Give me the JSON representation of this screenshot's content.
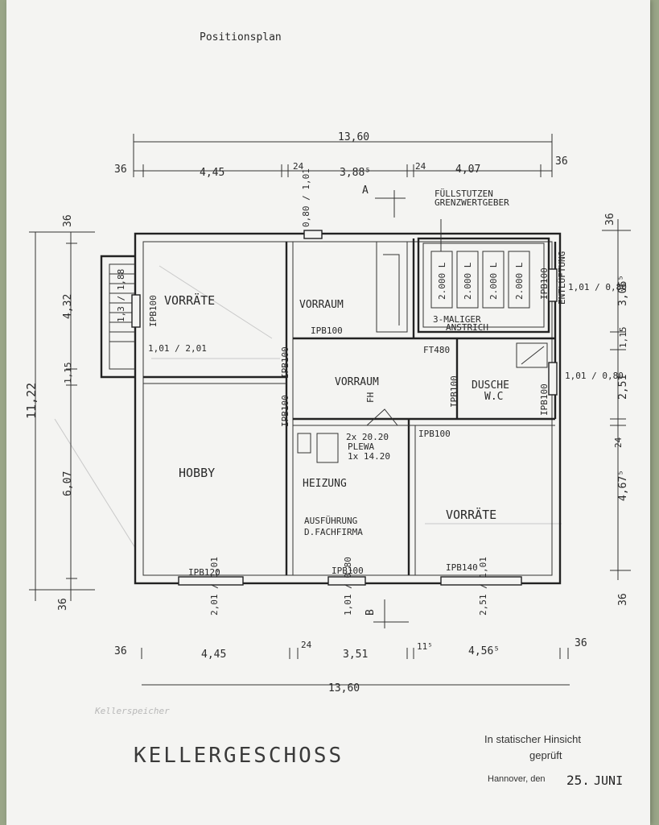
{
  "header": {
    "title": "Positionsplan"
  },
  "dimensions_top": {
    "total": "13,60",
    "segments": [
      "36",
      "4,45",
      "24",
      "3,88⁵",
      "24",
      "4,07",
      "36"
    ]
  },
  "dimensions_bottom": {
    "total": "13,60",
    "segments": [
      "36",
      "4,45",
      "24",
      "3,51",
      "11⁵",
      "4,56⁵",
      "36"
    ]
  },
  "dimensions_left": {
    "total": "11,22",
    "segments": [
      "36",
      "4,32",
      "1,15",
      "6,07",
      "36"
    ]
  },
  "dimensions_right": {
    "segments": [
      "36",
      "3,06⁵",
      "1,15",
      "2,51",
      "24",
      "4,67⁵",
      "36"
    ]
  },
  "rooms": {
    "vorraete_top": "VORRÄTE",
    "vorraum_top": "VORRAUM",
    "vorraum_center": "VORRAUM",
    "dusche": "DUSCHE",
    "wc": "W.C",
    "hobby": "HOBBY",
    "heizung": "HEIZUNG",
    "ausfuehrung_1": "AUSFÜHRUNG",
    "ausfuehrung_2": "D.FACHFIRMA",
    "vorraete_bottom": "VORRÄTE"
  },
  "labels": {
    "ipb100_a": "IPB100",
    "ipb100_b": "IPB100",
    "ipb100_c": "IPB100",
    "ipb100_d": "IPB100",
    "ipb100_e": "IPB100",
    "ipb100_f": "IPB100",
    "ipb100_g": "IPB100",
    "ipb100_h": "IPB100",
    "ipb100_i": "IPB100",
    "ipb120": "IPB120",
    "ipb140": "IPB140",
    "fuellstutzen": "FÜLLSTUTZEN",
    "grenzwert": "GRENZWERTGEBER",
    "tank": "2.000 L",
    "anstrich_1": "3-MALIGER",
    "anstrich_2": "ANSTRICH",
    "entlueftung": "ENTLÜFTUNG",
    "fh": "FH",
    "ft": "FT480",
    "plewa_1": "2x 20.20",
    "plewa_2": "PLEWA",
    "plewa_3": "1x 14.20",
    "w_101_201": "1,01 / 2,01",
    "w_101_080": "1,01 / 0,80",
    "w_101_080b": "1,01 / 0,80",
    "w_080_101": "0,80 / 1,01",
    "w_201_101": "2,01 / 1,01",
    "w_101_080c": "1,01 / 0,80",
    "w_251_101": "2,51 / 1,01",
    "stair": "1,3 / 1,88",
    "a_marker": "A",
    "b_marker": "B",
    "pen_note": "Kellerspeicher"
  },
  "footer": {
    "title": "KELLERGESCHOSS",
    "stamp_1": "In statischer Hinsicht",
    "stamp_2": "geprüft",
    "stamp_3": "Hannover, den",
    "stamp_date": "25.",
    "stamp_month": "JUNI"
  }
}
